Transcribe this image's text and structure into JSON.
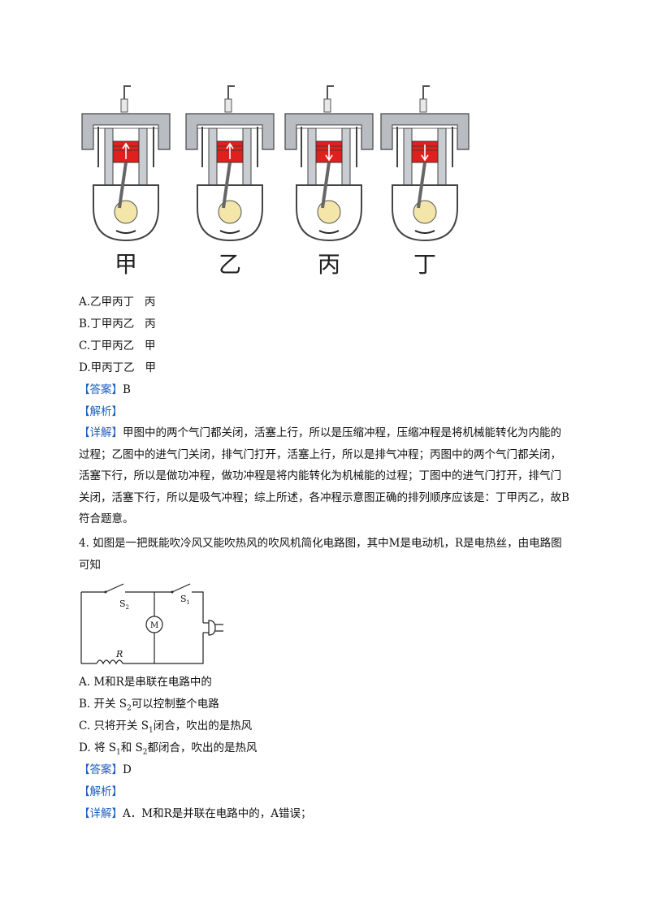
{
  "engines": [
    {
      "label": "甲",
      "piston": "up"
    },
    {
      "label": "乙",
      "piston": "up"
    },
    {
      "label": "丙",
      "piston": "down"
    },
    {
      "label": "丁",
      "piston": "down"
    }
  ],
  "q3": {
    "options": [
      {
        "letter": "A.",
        "text": "乙甲丙丁   丙"
      },
      {
        "letter": "B.",
        "text": "丁甲丙乙   丙"
      },
      {
        "letter": "C.",
        "text": "丁甲丙乙   甲"
      },
      {
        "letter": "D.",
        "text": "甲丙丁乙   甲"
      }
    ],
    "answer_label": "【答案】",
    "answer": "B",
    "analysis_label": "【解析】",
    "detail_label": "【详解】",
    "detail": "甲图中的两个气门都关闭，活塞上行，所以是压缩冲程，压缩冲程是将机械能转化为内能的过程；乙图中的进气门关闭，排气门打开，活塞上行，所以是排气冲程；丙图中的两个气门都关闭，活塞下行，所以是做功冲程，做功冲程是将内能转化为机械能的过程；丁图中的进气门打开，排气门关闭，活塞下行，所以是吸气冲程；综上所述，各冲程示意图正确的排列顺序应该是：丁甲丙乙，故B符合题意。"
  },
  "q4": {
    "stem": "4. 如图是一把既能吹冷风又能吹热风的吹风机简化电路图，其中M是电动机，R是电热丝，由电路图可知",
    "circuit": {
      "s2": "S",
      "s2_sub": "2",
      "s1": "S",
      "s1_sub": "1",
      "motor": "M",
      "resistor": "R"
    },
    "options": {
      "A": {
        "letter": "A.",
        "text": "M和R是串联在电路中的"
      },
      "B": {
        "letter": "B.",
        "pre": "开关 S",
        "sub": "2",
        "post": "可以控制整个电路"
      },
      "C": {
        "letter": "C.",
        "pre": "只将开关 S",
        "sub": "1",
        "post": "闭合，吹出的是热风"
      },
      "D": {
        "letter": "D.",
        "pre": "将 S",
        "sub1": "1",
        "mid": "和 S",
        "sub2": "2",
        "post": "都闭合，吹出的是热风"
      }
    },
    "answer_label": "【答案】",
    "answer": "D",
    "analysis_label": "【解析】",
    "detail_label": "【详解】",
    "detail": "A．M和R是并联在电路中的，A错误；"
  }
}
